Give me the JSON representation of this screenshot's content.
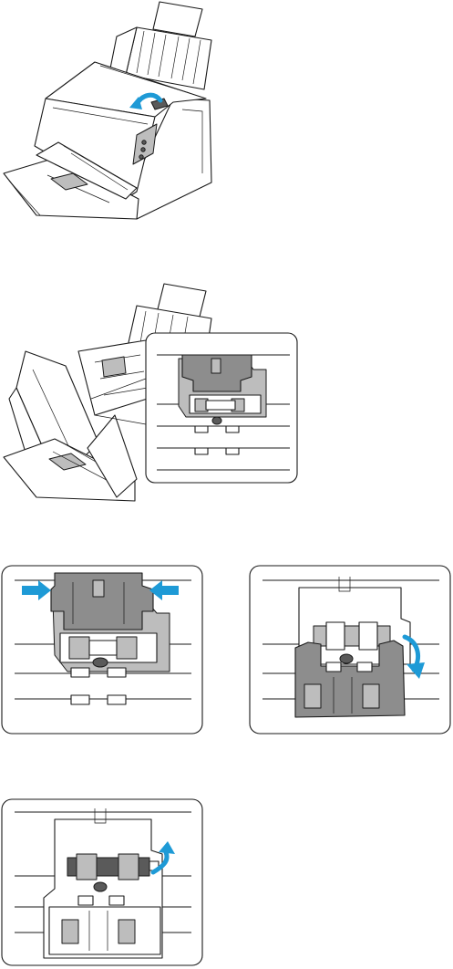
{
  "figures": [
    {
      "id": "fig1",
      "icon": "scanner-open-cover-illustration"
    },
    {
      "id": "fig2",
      "icon": "scanner-cover-open-roller-callout-illustration"
    },
    {
      "id": "fig3",
      "icon": "roller-cover-squeeze-tabs-illustration"
    },
    {
      "id": "fig4",
      "icon": "roller-cover-open-illustration"
    },
    {
      "id": "fig5",
      "icon": "roller-rotate-out-illustration"
    }
  ],
  "colors": {
    "arrow": "#1e9ad6",
    "gray": "#8d8d8d",
    "light_gray": "#bdbdbd",
    "line": "#1a1a1a"
  }
}
